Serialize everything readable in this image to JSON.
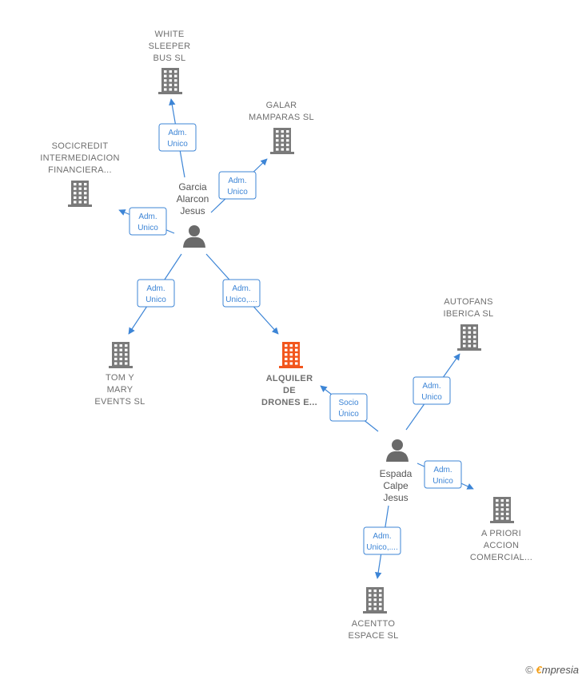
{
  "colors": {
    "company": "#7a7a7a",
    "focus_company": "#f2561d",
    "person": "#6a6a6a",
    "edge": "#3d85d6"
  },
  "nodes": {
    "white_sleeper": {
      "type": "company",
      "lines": [
        "WHITE",
        "SLEEPER",
        "BUS  SL"
      ]
    },
    "galar": {
      "type": "company",
      "lines": [
        "GALAR",
        "MAMPARAS SL"
      ]
    },
    "socicredit": {
      "type": "company",
      "lines": [
        "SOCICREDIT",
        "INTERMEDIACION",
        "FINANCIERA..."
      ]
    },
    "garcia": {
      "type": "person",
      "lines": [
        "Garcia",
        "Alarcon",
        "Jesus"
      ]
    },
    "tom_mary": {
      "type": "company",
      "lines": [
        "TOM Y",
        "MARY",
        "EVENTS  SL"
      ]
    },
    "alquiler": {
      "type": "company",
      "focus": true,
      "lines": [
        "ALQUILER",
        "DE",
        "DRONES E..."
      ]
    },
    "autofans": {
      "type": "company",
      "lines": [
        "AUTOFANS",
        "IBERICA  SL"
      ]
    },
    "espada": {
      "type": "person",
      "lines": [
        "Espada",
        "Calpe",
        "Jesus"
      ]
    },
    "a_priori": {
      "type": "company",
      "lines": [
        "A PRIORI",
        "ACCION",
        "COMERCIAL..."
      ]
    },
    "acentto": {
      "type": "company",
      "lines": [
        "ACENTTO",
        "ESPACE  SL"
      ]
    }
  },
  "edges": [
    {
      "from": "garcia",
      "to": "white_sleeper",
      "lines": [
        "Adm.",
        "Unico"
      ]
    },
    {
      "from": "garcia",
      "to": "galar",
      "lines": [
        "Adm.",
        "Unico"
      ]
    },
    {
      "from": "garcia",
      "to": "socicredit",
      "lines": [
        "Adm.",
        "Unico"
      ]
    },
    {
      "from": "garcia",
      "to": "tom_mary",
      "lines": [
        "Adm.",
        "Unico"
      ]
    },
    {
      "from": "garcia",
      "to": "alquiler",
      "lines": [
        "Adm.",
        "Unico,...."
      ]
    },
    {
      "from": "espada",
      "to": "alquiler",
      "lines": [
        "Socio",
        "Único"
      ]
    },
    {
      "from": "espada",
      "to": "autofans",
      "lines": [
        "Adm.",
        "Unico"
      ]
    },
    {
      "from": "espada",
      "to": "a_priori",
      "lines": [
        "Adm.",
        "Unico"
      ]
    },
    {
      "from": "espada",
      "to": "acentto",
      "lines": [
        "Adm.",
        "Unico,...."
      ]
    }
  ],
  "watermark": {
    "copyright": "©",
    "brand_first": "€",
    "brand_rest": "mpresia"
  }
}
